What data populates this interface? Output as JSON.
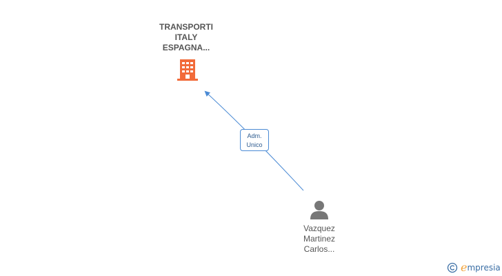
{
  "company": {
    "name_lines": [
      "TRANSPORTI",
      "ITALY",
      "ESPAGNA..."
    ],
    "icon": "building-icon",
    "color": "#f26b3a"
  },
  "relation": {
    "role_lines": [
      "Adm.",
      "Unico"
    ],
    "line_color": "#4a8ad4"
  },
  "person": {
    "name_lines": [
      "Vazquez",
      "Martinez",
      "Carlos..."
    ],
    "icon": "person-icon",
    "color": "#777777"
  },
  "brand": {
    "copyright_symbol": "©",
    "logo_initial": "e",
    "logo_rest": "mpresia",
    "icon": "copyright-icon"
  }
}
